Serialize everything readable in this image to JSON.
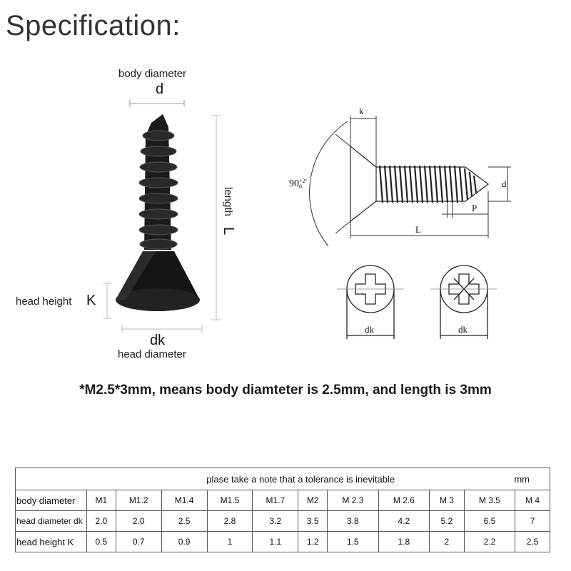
{
  "title": "Specification:",
  "photo_labels": {
    "body_diameter": "body diameter",
    "d": "d",
    "length": "length",
    "L": "L",
    "head_height": "head height",
    "K": "K",
    "dk": "dk",
    "head_diameter": "head diameter"
  },
  "drawing_labels": {
    "k": "k",
    "angle": "90",
    "tol_upper": "+2°",
    "tol_lower": "0",
    "d": "d",
    "P": "P",
    "L": "L",
    "dk_left": "dk",
    "dk_right": "dk"
  },
  "note": "*M2.5*3mm, means body diamteter is 2.5mm, and length is 3mm",
  "table": {
    "caption": "plase take a note that a tolerance is inevitable",
    "unit": "mm",
    "rows": [
      {
        "label": "body diameter",
        "values": [
          "M1",
          "M1.2",
          "M1.4",
          "M1.5",
          "M1.7",
          "M2",
          "M 2.3",
          "M 2.6",
          "M 3",
          "M 3.5",
          "M 4"
        ]
      },
      {
        "label": "head diameter dk",
        "values": [
          "2.0",
          "2.0",
          "2.5",
          "2.8",
          "3.2",
          "3.5",
          "3.8",
          "4.2",
          "5.2",
          "6.5",
          "7"
        ]
      },
      {
        "label": "head height K",
        "values": [
          "0.5",
          "0.7",
          "0.9",
          "1",
          "1.1",
          "1.2",
          "1.5",
          "1.8",
          "2",
          "2.2",
          "2.5"
        ]
      }
    ]
  }
}
